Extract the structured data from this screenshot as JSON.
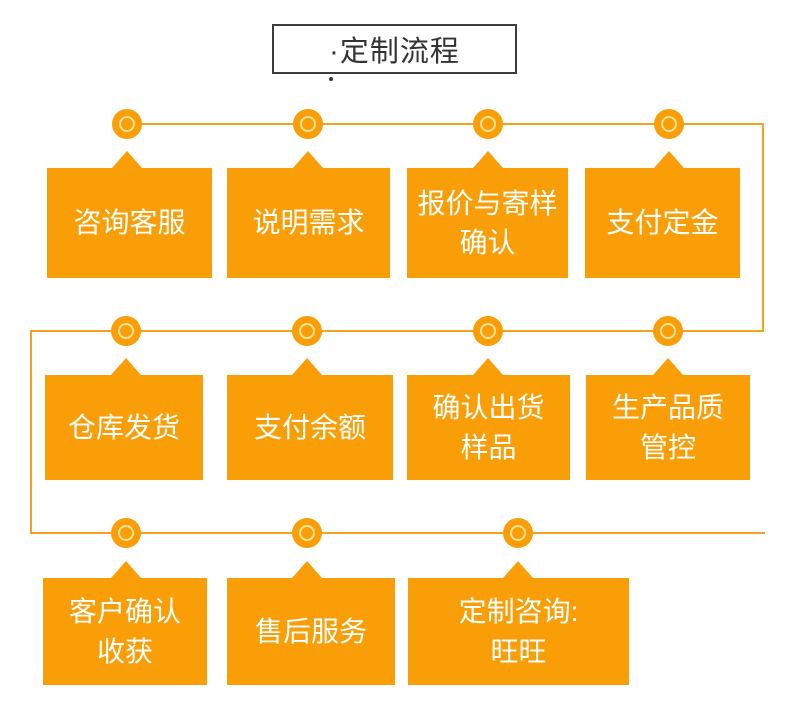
{
  "title": {
    "text": "·定制流程",
    "stray_dot": "·"
  },
  "colors": {
    "orange": "#FA9E08",
    "line_orange": "#F6A21E",
    "node_inner_ring": "#FFE394",
    "title_border": "#3C3C3C",
    "title_text": "#333333",
    "label_text": "#FFFFFF"
  },
  "flow": {
    "rows": [
      {
        "steps": [
          {
            "label": "咨询客服"
          },
          {
            "label": "说明需求"
          },
          {
            "label": "报价与寄样\n确认"
          },
          {
            "label": "支付定金"
          }
        ]
      },
      {
        "steps": [
          {
            "label": "仓库发货"
          },
          {
            "label": "支付余额"
          },
          {
            "label": "确认出货\n样品"
          },
          {
            "label": "生产品质\n管控"
          }
        ]
      },
      {
        "steps": [
          {
            "label": "客户确认\n收获"
          },
          {
            "label": "售后服务"
          },
          {
            "label": "定制咨询:\n旺旺"
          }
        ]
      }
    ]
  }
}
